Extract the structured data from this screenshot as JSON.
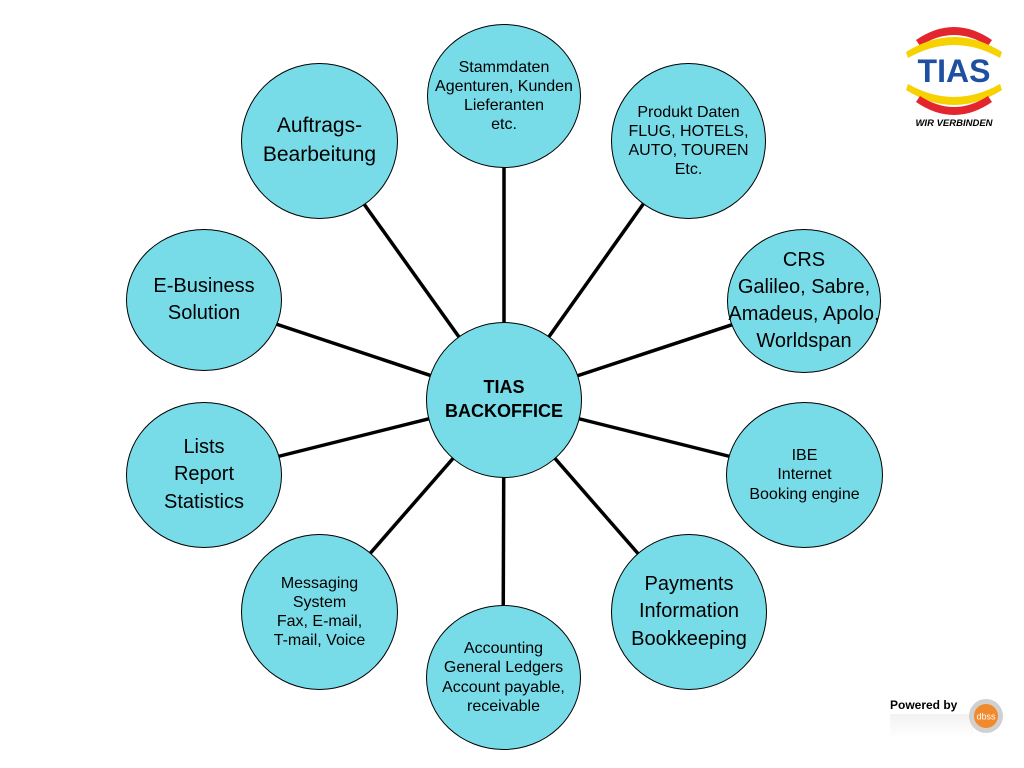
{
  "center": {
    "id": "center",
    "label": "TIAS\nBACKOFFICE"
  },
  "nodes": [
    {
      "id": "stammdaten",
      "label": "Stammdaten\nAgenturen, Kunden\nLieferanten\netc."
    },
    {
      "id": "produkt",
      "label": "Produkt Daten\nFLUG, HOTELS,\nAUTO, TOUREN\nEtc."
    },
    {
      "id": "crs",
      "label": "CRS\nGalileo, Sabre,\nAmadeus, Apolo,\nWorldspan"
    },
    {
      "id": "ibe",
      "label": "IBE\nInternet\nBooking engine"
    },
    {
      "id": "payments",
      "label": "Payments\nInformation\nBookkeeping"
    },
    {
      "id": "accounting",
      "label": "Accounting\nGeneral Ledgers\nAccount payable,\nreceivable"
    },
    {
      "id": "messaging",
      "label": "Messaging\nSystem\nFax, E-mail,\nT-mail, Voice"
    },
    {
      "id": "lists",
      "label": "Lists\nReport\nStatistics"
    },
    {
      "id": "ebusiness",
      "label": "E-Business\nSolution"
    },
    {
      "id": "auftrags",
      "label": "Auftrags-\nBearbeitung"
    }
  ],
  "edges": [
    {
      "from": "center",
      "to": "stammdaten"
    },
    {
      "from": "center",
      "to": "produkt"
    },
    {
      "from": "center",
      "to": "crs"
    },
    {
      "from": "center",
      "to": "ibe"
    },
    {
      "from": "center",
      "to": "payments"
    },
    {
      "from": "center",
      "to": "accounting"
    },
    {
      "from": "center",
      "to": "messaging"
    },
    {
      "from": "center",
      "to": "lists"
    },
    {
      "from": "center",
      "to": "ebusiness"
    },
    {
      "from": "center",
      "to": "auftrags"
    }
  ],
  "logo": {
    "brand": "TIAS",
    "tagline": "WIR VERBINDEN",
    "colors": {
      "blue": "#1f4fa0",
      "red": "#e3262e",
      "yellow": "#f5d200"
    }
  },
  "footer": {
    "powered_by": "Powered by",
    "badge_text": "dbss",
    "badge_color": "#f08a2c"
  },
  "colors": {
    "node_fill": "#78dce8",
    "node_stroke": "#000000",
    "connector": "#000000"
  }
}
